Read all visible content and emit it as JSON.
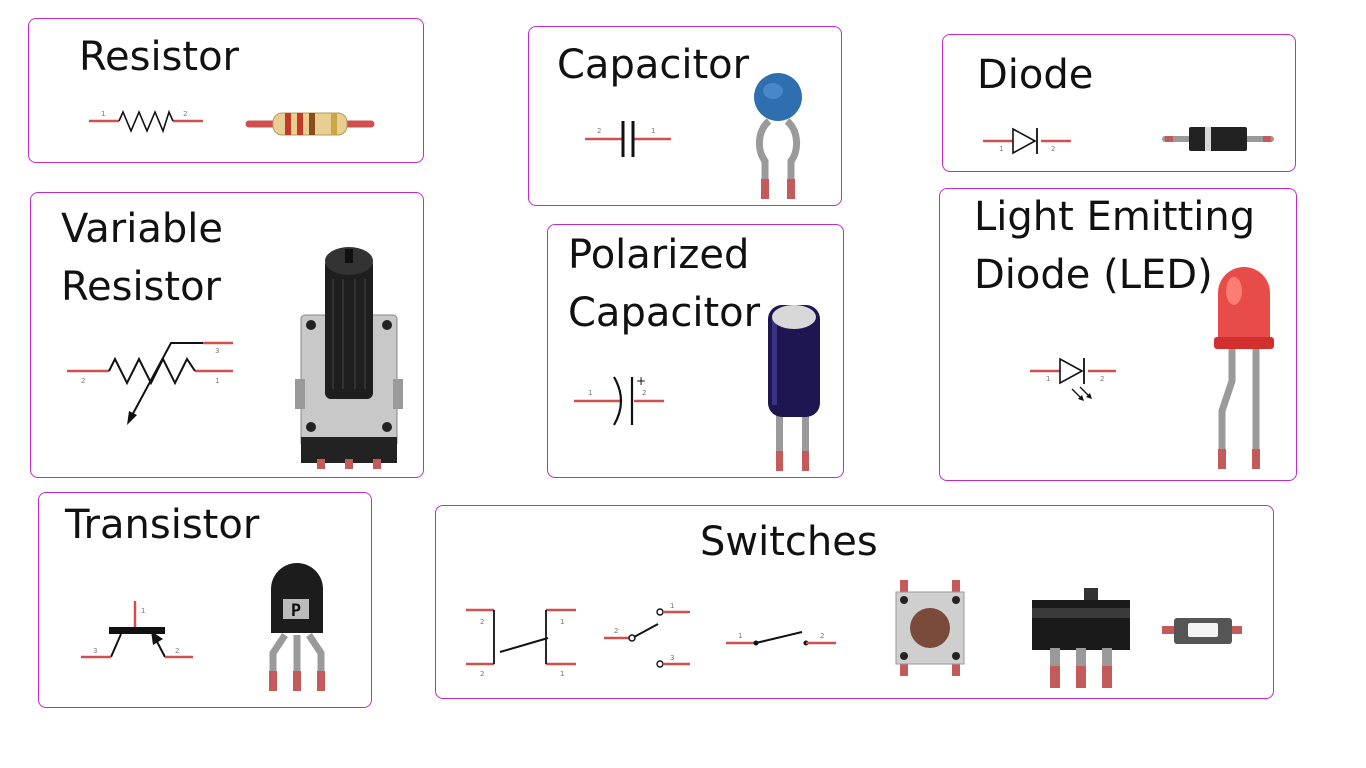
{
  "colors": {
    "border": "#c02ad0",
    "lead": "#d05050",
    "symbol": "#111111"
  },
  "components": {
    "resistor": {
      "title": "Resistor",
      "pins": [
        "1",
        "2"
      ]
    },
    "capacitor": {
      "title": "Capacitor",
      "pins": [
        "2",
        "1"
      ]
    },
    "diode": {
      "title": "Diode",
      "pins": [
        "1",
        "2"
      ]
    },
    "variable_resistor": {
      "title_line1": "Variable",
      "title_line2": "Resistor",
      "pins": [
        "2",
        "3",
        "1"
      ]
    },
    "polarized_capacitor": {
      "title_line1": "Polarized",
      "title_line2": "Capacitor",
      "pins": [
        "1",
        "2"
      ],
      "polarity": "+"
    },
    "led": {
      "title_line1": "Light Emitting",
      "title_line2": "Diode (LED)",
      "pins": [
        "1",
        "2"
      ]
    },
    "transistor": {
      "title": "Transistor",
      "pins": [
        "1",
        "3",
        "2"
      ],
      "package_mark": "P"
    },
    "switches": {
      "title": "Switches",
      "pins_dpst": [
        "2",
        "2",
        "1",
        "1"
      ],
      "pins_spdt": [
        "2",
        "1",
        "3"
      ],
      "pins_spst": [
        "1",
        "2"
      ]
    }
  }
}
